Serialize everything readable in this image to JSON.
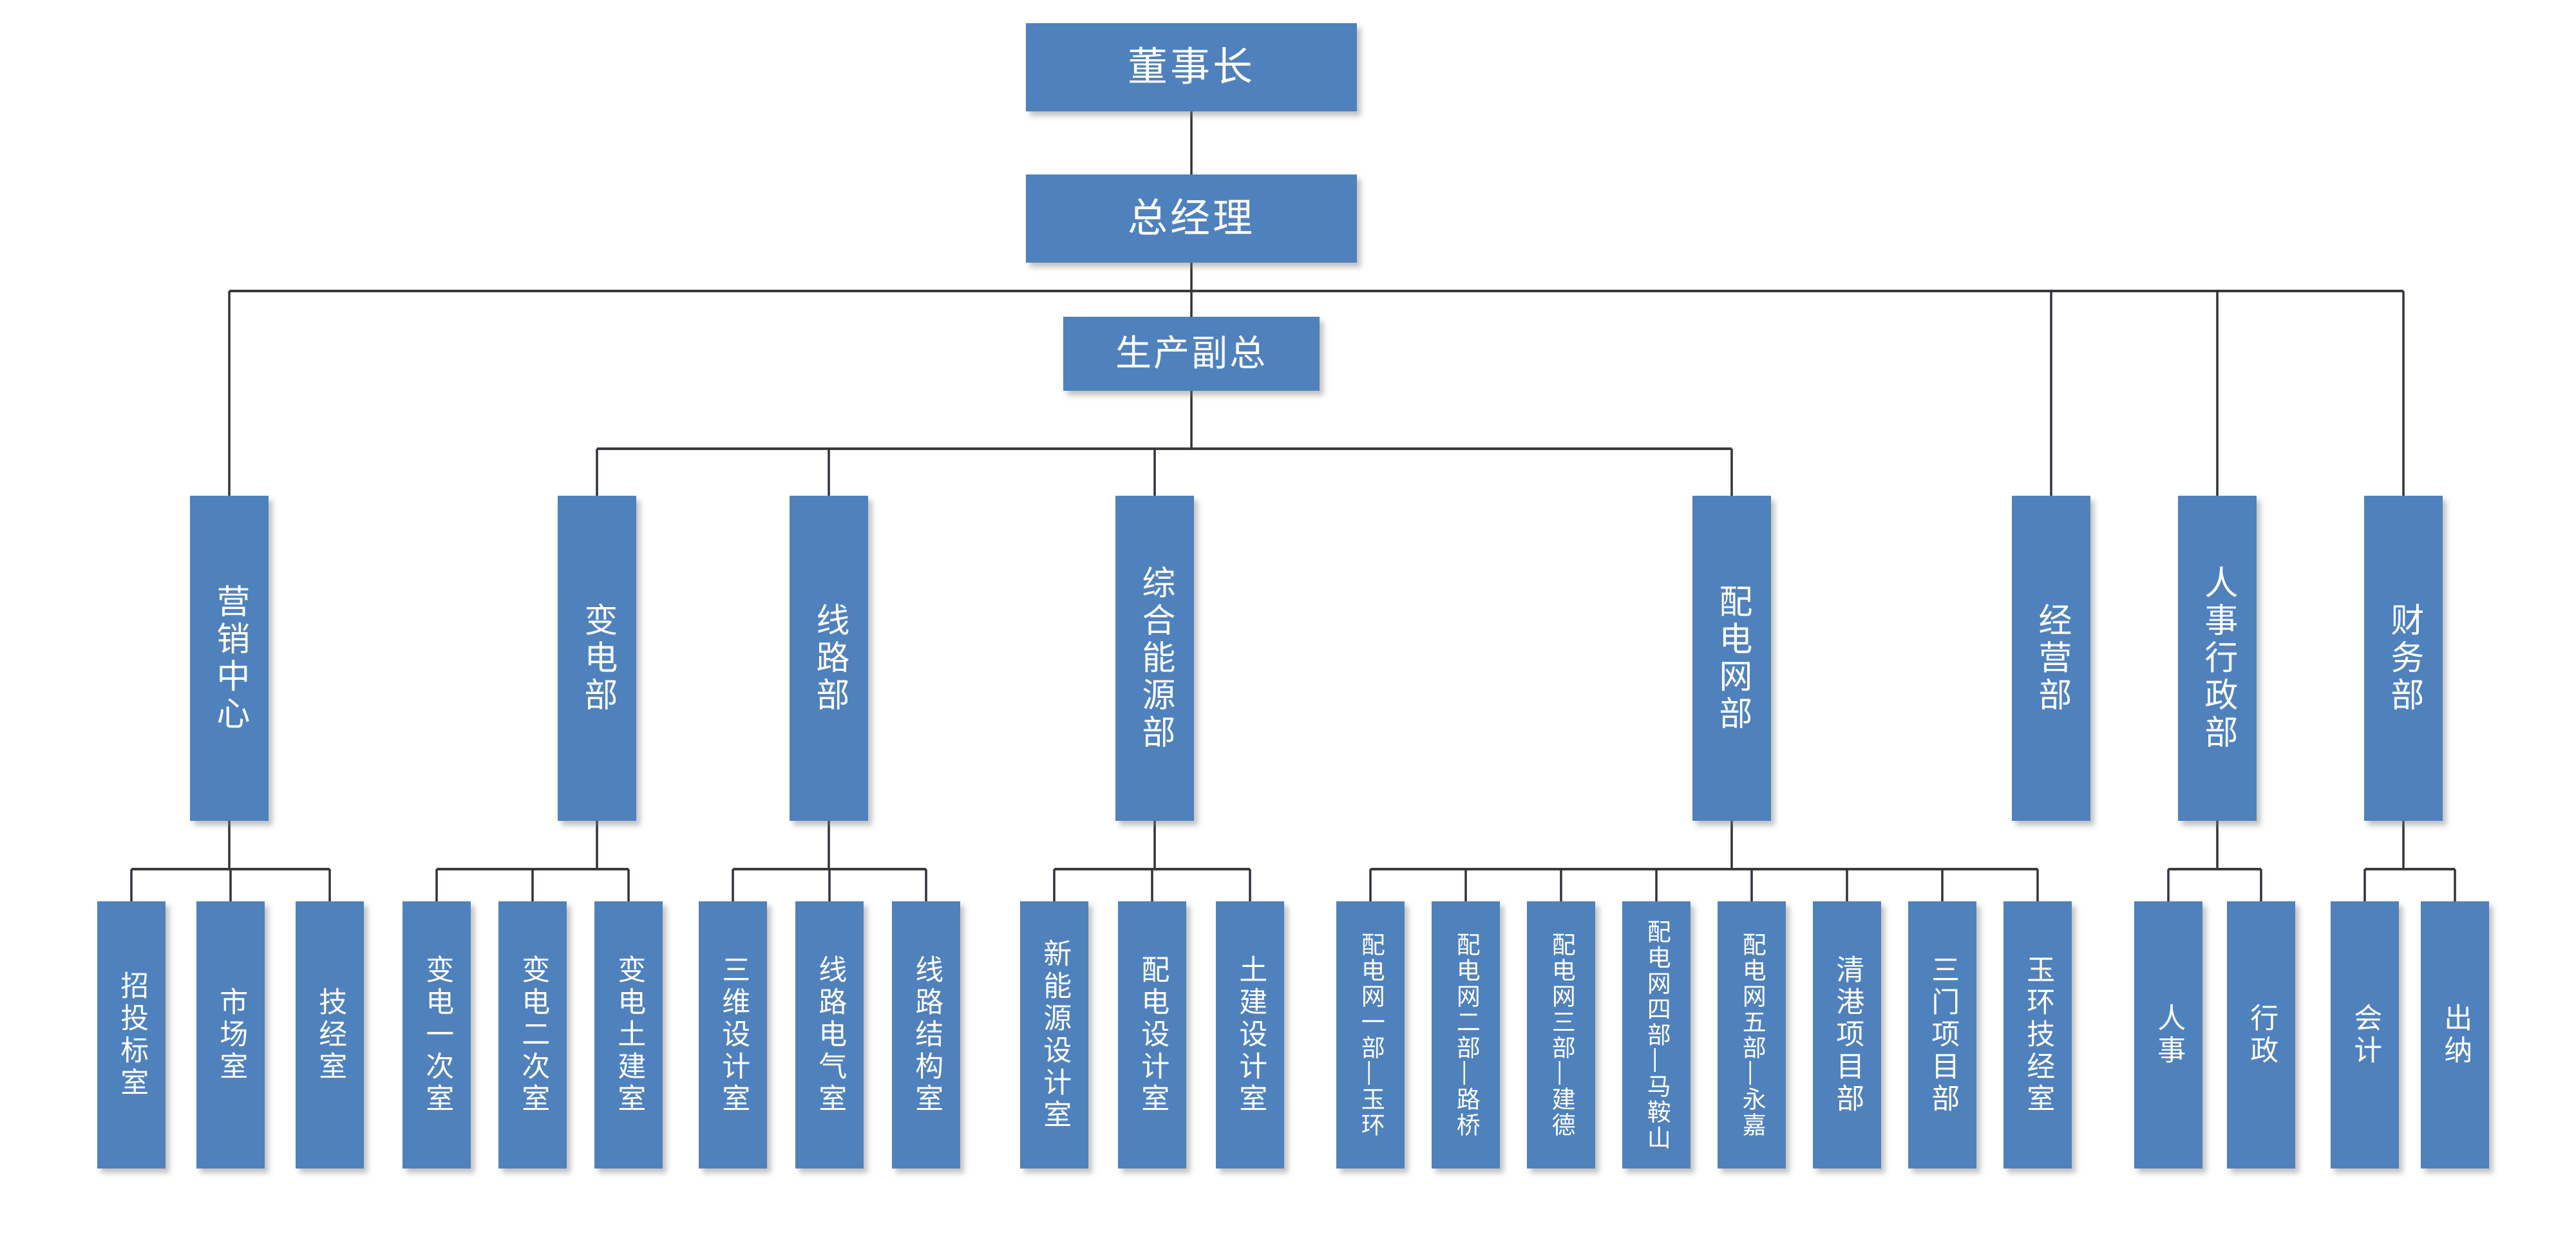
{
  "colors": {
    "box_fill": "#4f81bd",
    "box_text": "#ffffff",
    "connector": "#333333",
    "background": "#ffffff"
  },
  "org": {
    "chairman": {
      "label": "董事长"
    },
    "general_manager": {
      "label": "总经理",
      "reports_to": "董事长"
    },
    "production_vp": {
      "label": "生产副总",
      "reports_to": "总经理"
    },
    "departments": [
      {
        "label": "营销中心",
        "reports_to": "总经理",
        "children": [
          "招投标室",
          "市场室",
          "技经室"
        ]
      },
      {
        "label": "变电部",
        "reports_to": "生产副总",
        "children": [
          "变电一次室",
          "变电二次室",
          "变电土建室"
        ]
      },
      {
        "label": "线路部",
        "reports_to": "生产副总",
        "children": [
          "三维设计室",
          "线路电气室",
          "线路结构室"
        ]
      },
      {
        "label": "综合能源部",
        "reports_to": "生产副总",
        "children": [
          "新能源设计室",
          "配电设计室",
          "土建设计室"
        ]
      },
      {
        "label": "配电网部",
        "reports_to": "生产副总",
        "children": [
          "配电网一部—玉环",
          "配电网二部—路桥",
          "配电网三部—建德",
          "配电网四部—马鞍山",
          "配电网五部—永嘉",
          "清港项目部",
          "三门项目部",
          "玉环技经室"
        ]
      },
      {
        "label": "经营部",
        "reports_to": "总经理",
        "children": []
      },
      {
        "label": "人事行政部",
        "reports_to": "总经理",
        "children": [
          "人事",
          "行政"
        ]
      },
      {
        "label": "财务部",
        "reports_to": "总经理",
        "children": [
          "会计",
          "出纳"
        ]
      }
    ]
  }
}
